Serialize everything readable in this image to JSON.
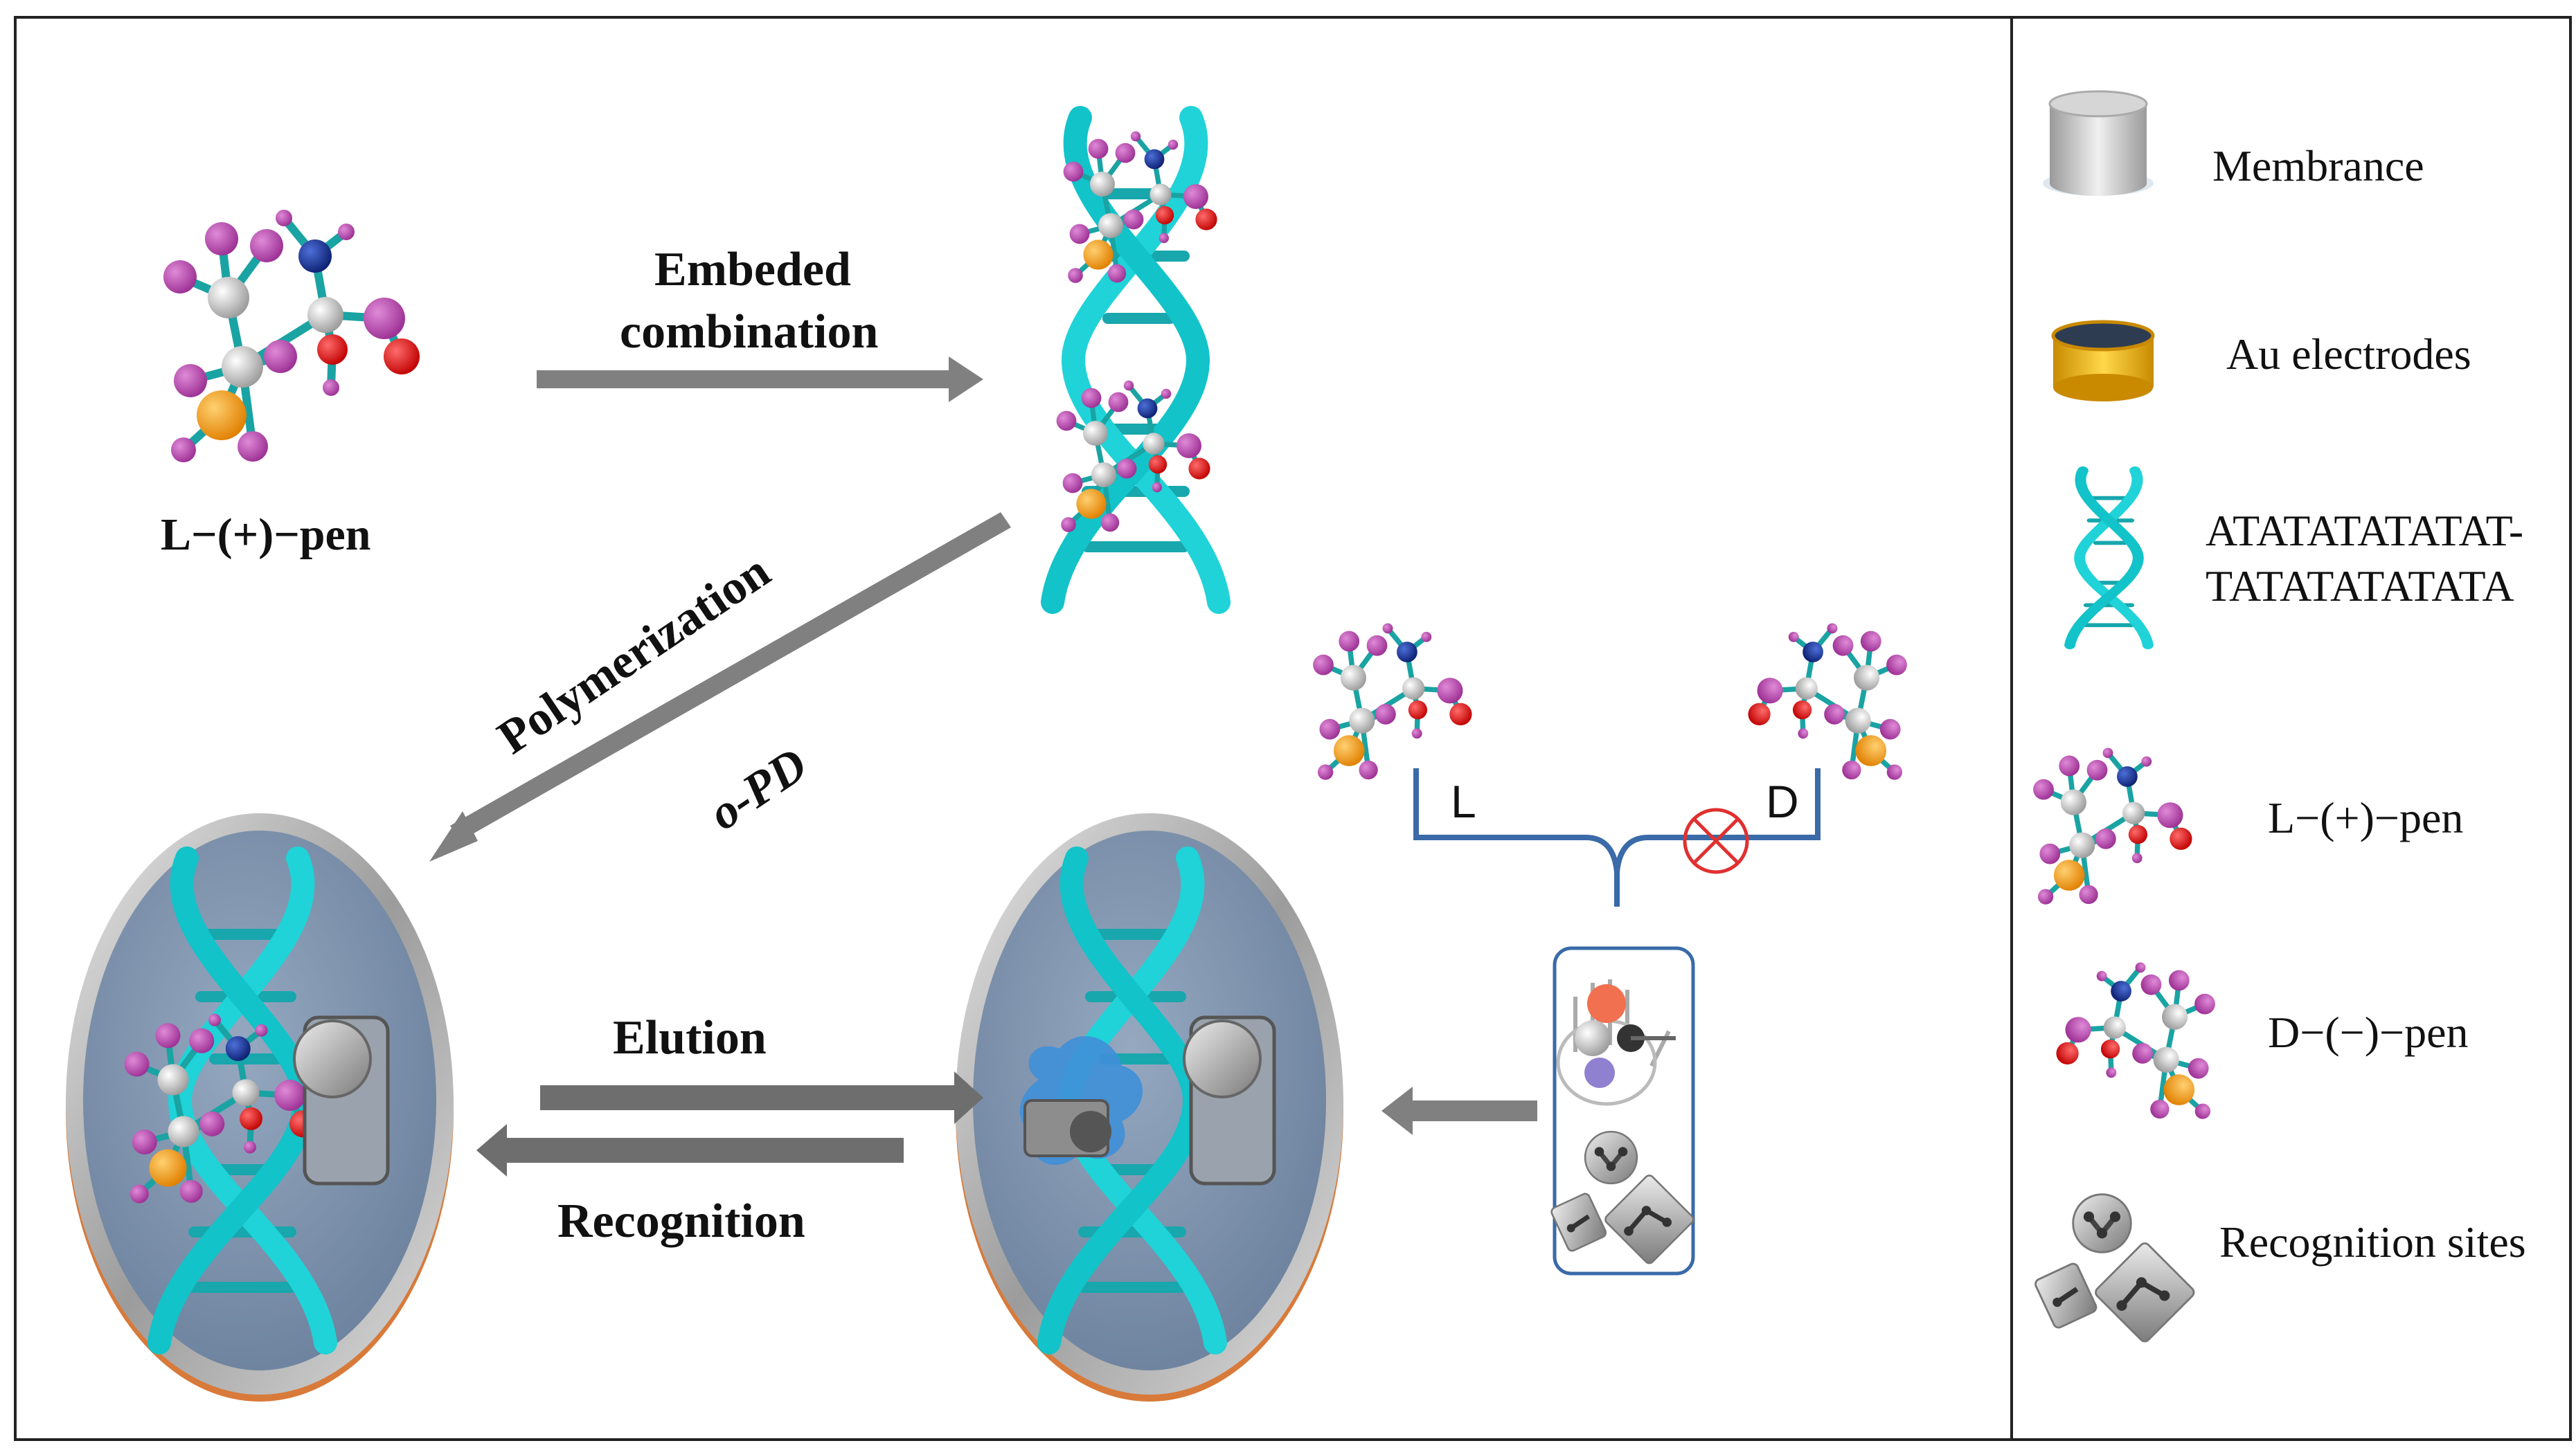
{
  "main": {
    "molecule_label": "L−(+)−pen",
    "arrow_embed_label_line1": "Embeded",
    "arrow_embed_label_line2": "combination",
    "arrow_poly_label1": "Polymerization",
    "arrow_poly_label2": "o-PD",
    "elution_label": "Elution",
    "recognition_label": "Recognition",
    "enantiomer_L": "L",
    "enantiomer_D": "D"
  },
  "legend": {
    "items": [
      {
        "label": "Membrance",
        "icon": "membrane-cylinder-icon"
      },
      {
        "label": "Au electrodes",
        "icon": "au-electrode-icon"
      },
      {
        "label_line1": "ATATATATATAT-",
        "label_line2": "TATATATATATA",
        "icon": "dna-helix-icon"
      },
      {
        "label": "L−(+)−pen",
        "icon": "l-pen-molecule-icon"
      },
      {
        "label": "D−(−)−pen",
        "icon": "d-pen-molecule-icon"
      },
      {
        "label": "Recognition sites",
        "icon": "recognition-sites-icon"
      }
    ]
  },
  "colors": {
    "dna": "#1fd3d8",
    "arrow": "#808080",
    "electrode_fill": "#7f93ad",
    "magenta_atom": "#b84ab0",
    "carbon_atom": "#c8c8c8",
    "nitrogen_atom": "#16339a",
    "oxygen_atom": "#e81010",
    "sulfur_atom": "#f0a020",
    "bond": "#1aa3a3",
    "bracket": "#3a6aa8",
    "forbidden": "#e03030"
  }
}
